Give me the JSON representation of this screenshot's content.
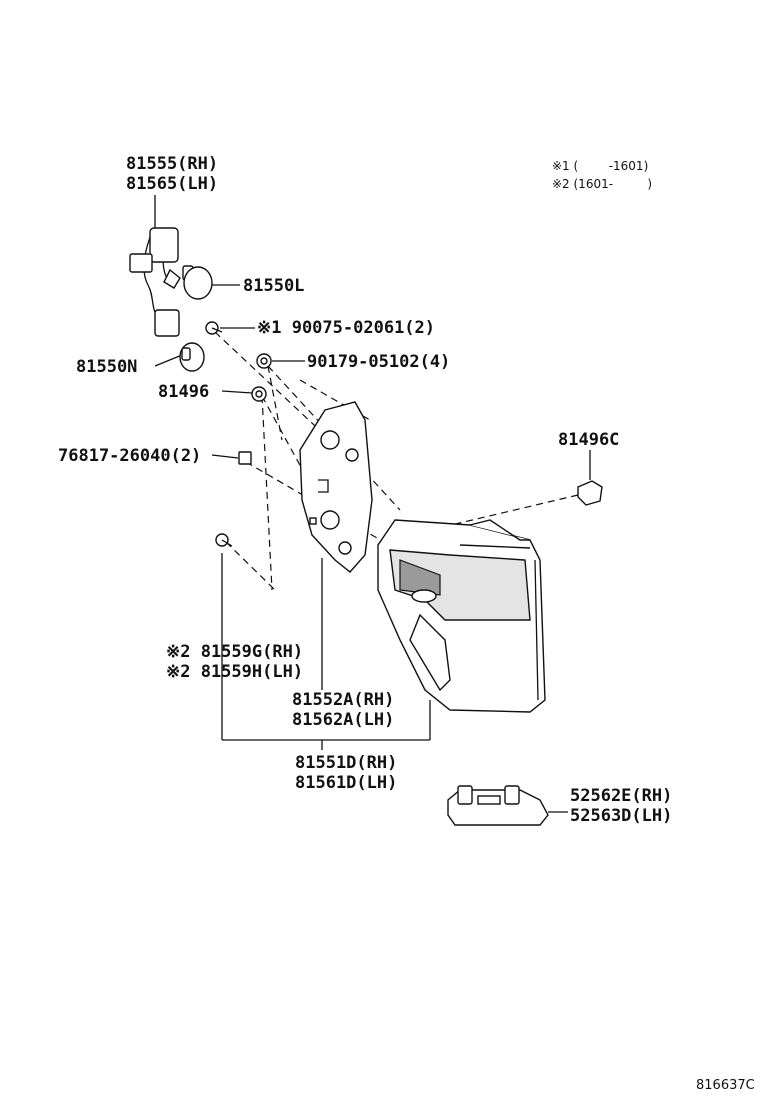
{
  "notes": {
    "note1": "※1 (        -1601)",
    "note2": "※2 (1601-         )"
  },
  "labels": {
    "socket_rh": "81555(RH)",
    "socket_lh": "81565(LH)",
    "bulb_l": "81550L",
    "screw": "※1 90075-02061(2)",
    "nut": "90179-05102(4)",
    "bulb_n": "81550N",
    "pad": "81496",
    "clip_76817": "76817-26040(2)",
    "pad_c": "81496C",
    "gasket_rh": "※2 81559G(RH)",
    "gasket_lh": "※2 81559H(LH)",
    "housing_rh": "81552A(RH)",
    "housing_lh": "81562A(LH)",
    "lamp_rh": "81551D(RH)",
    "lamp_lh": "81561D(LH)",
    "bracket_rh": "52562E(RH)",
    "bracket_lh": "52563D(LH)"
  },
  "diagram_id": "816637C"
}
